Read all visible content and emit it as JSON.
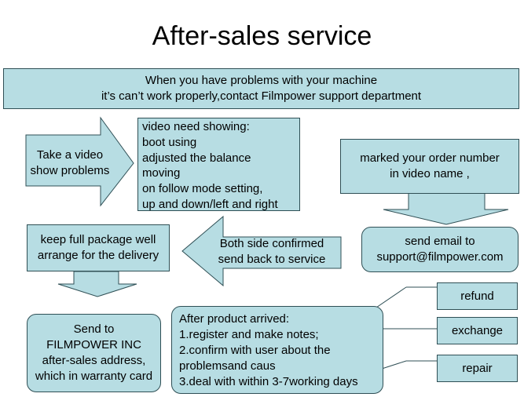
{
  "title": "After-sales service",
  "banner": {
    "line1": "When you have problems with your machine",
    "line2": "it’s can’t work properly,contact Filmpower support department"
  },
  "take_video_arrow": {
    "line1": "Take a video",
    "line2": "show problems"
  },
  "video_box": {
    "lines": [
      "video need showing:",
      "boot using",
      "adjusted the balance",
      "moving",
      "on follow mode setting,",
      "up and down/left and right"
    ]
  },
  "order_box": {
    "line1": "marked your order number",
    "line2": "in video name ,"
  },
  "email_box": {
    "line1": "send email to",
    "line2": "support@filmpower.com"
  },
  "confirm_arrow": {
    "line1": "Both side confirmed",
    "line2": "send back to service"
  },
  "package_box": {
    "line1": "keep full package well",
    "line2": "arrange for the delivery"
  },
  "send_box": {
    "lines": [
      "Send to",
      "FILMPOWER INC",
      "after-sales address,",
      "which in warranty card"
    ]
  },
  "arrived_box": {
    "lines": [
      "After product arrived:",
      "1.register and make notes;",
      "2.confirm with user about the",
      "problemsand caus",
      "3.deal with within 3-7working days"
    ]
  },
  "outcomes": {
    "refund": "refund",
    "exchange": "exchange",
    "repair": "repair"
  },
  "colors": {
    "fill": "#b7dde3",
    "stroke": "#2f4f55"
  }
}
